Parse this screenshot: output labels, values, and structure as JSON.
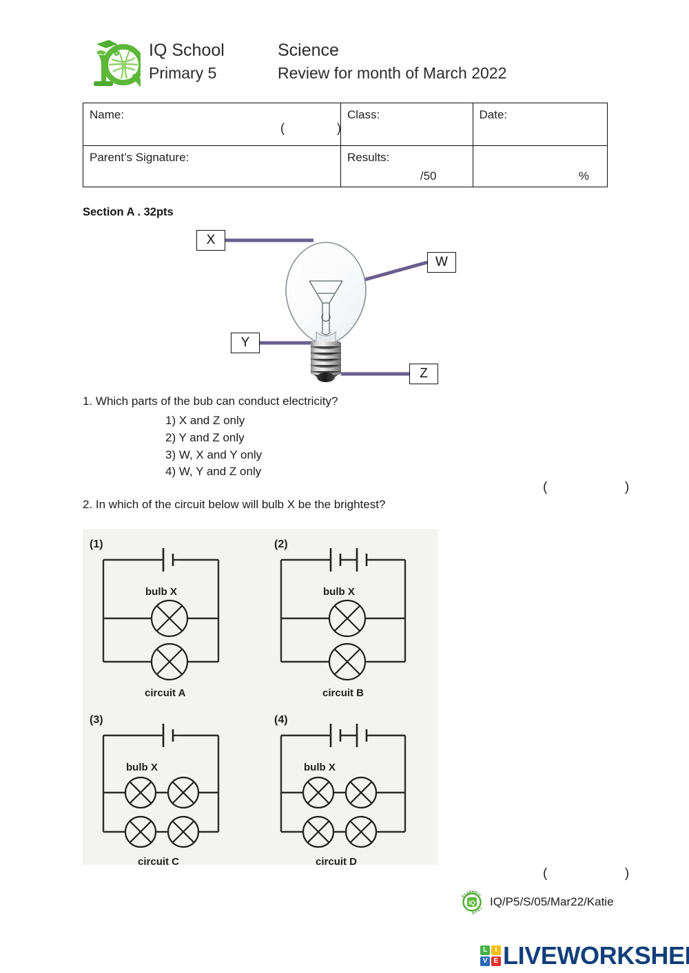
{
  "header": {
    "logo_alt": "iq-school-logo",
    "school_name": "IQ School",
    "grade": "Primary 5",
    "subject": "Science",
    "review_line": "Review for month of March 2022"
  },
  "info_table": {
    "name_label": "Name:",
    "name_paren": "(    )",
    "class_label": "Class:",
    "date_label": "Date:",
    "parent_signature_label": "Parent’s Signature:",
    "results_label": "Results:",
    "results_total": "/50",
    "percent_symbol": "%"
  },
  "section": {
    "title": "Section A . 32pts"
  },
  "bulb_figure": {
    "labels": [
      {
        "id": "X",
        "text": "X"
      },
      {
        "id": "W",
        "text": "W"
      },
      {
        "id": "Y",
        "text": "Y"
      },
      {
        "id": "Z",
        "text": "Z"
      }
    ],
    "connector_color": "#6b5f8e"
  },
  "questions": [
    {
      "number": "1",
      "text": "1. Which parts of the bub can conduct electricity?",
      "options": [
        "1) X and Z only",
        "2) Y and Z only",
        "3) W, X and Y only",
        "4) W, Y and Z only"
      ],
      "answer_bracket": "(    )"
    },
    {
      "number": "2",
      "text": "2. In which of the circuit below will bulb X be the brightest?",
      "answer_bracket": "(    )"
    }
  ],
  "circuits": [
    {
      "number": "(1)",
      "bulb_label": "bulb X",
      "caption": "circuit A",
      "cells": 1,
      "bulbs_per_branch": 1
    },
    {
      "number": "(2)",
      "bulb_label": "bulb X",
      "caption": "circuit B",
      "cells": 2,
      "bulbs_per_branch": 1
    },
    {
      "number": "(3)",
      "bulb_label": "bulb X",
      "caption": "circuit C",
      "cells": 1,
      "bulbs_per_branch": 2
    },
    {
      "number": "(4)",
      "bulb_label": "bulb X",
      "caption": "circuit D",
      "cells": 2,
      "bulbs_per_branch": 2
    }
  ],
  "footer": {
    "stamp_alt": "academic-dept-stamp",
    "code": "IQ/P5/S/05/Mar22/Katie"
  },
  "brand": {
    "block_l": "L",
    "block_i": "I",
    "block_v": "V",
    "block_e": "E",
    "word": "LIVEWORKSHEETS"
  }
}
